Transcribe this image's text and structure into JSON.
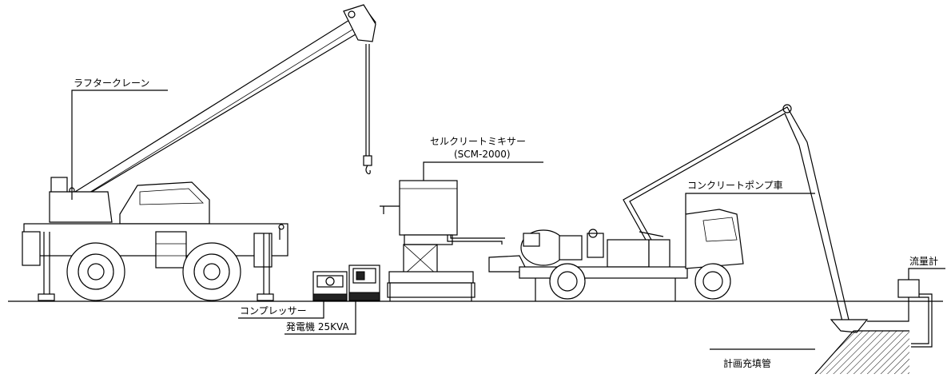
{
  "labels": {
    "crane": "ラフタークレーン",
    "mixer": "セルクリートミキサー",
    "mixer_model": "(SCM-2000)",
    "pump_truck": "コンクリートポンプ車",
    "flowmeter": "流量計",
    "compressor": "コンプレッサー",
    "generator": "発電機 25KVA",
    "filling_pipe": "計画充填管"
  }
}
